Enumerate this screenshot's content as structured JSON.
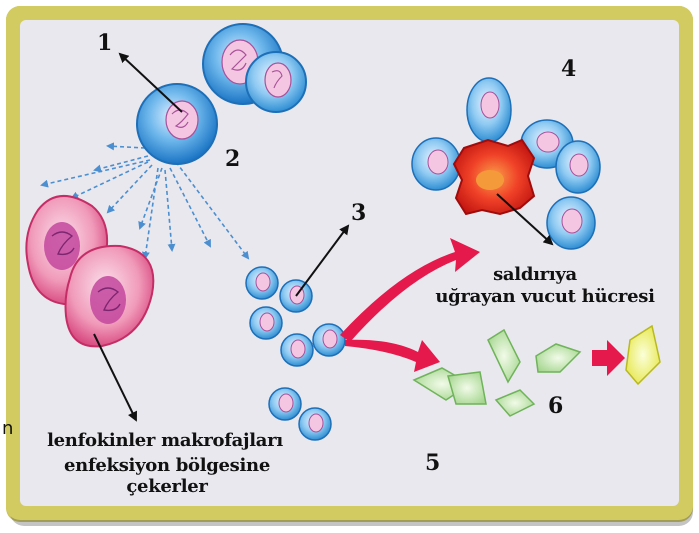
{
  "labels": {
    "n1": "1",
    "n2": "2",
    "n3": "3",
    "n4": "4",
    "n5": "5",
    "n6": "6",
    "caption_attack_1": "saldırıya",
    "caption_attack_2": "uğrayan vucut hücresi",
    "caption_lymph_1": "lenfokinler makrofajları",
    "caption_lymph_2": "enfeksiyon bölgesine çekerler",
    "edge_letter": "n"
  },
  "colors": {
    "frame_outer": "#c9c25a",
    "frame_inner": "#e9e8ee",
    "t_cell": "#4aa6e0",
    "macrophage": "#e05b8d",
    "infected_cell": "#e52a1f",
    "plasma_cell": "#b5e0a4",
    "arrow_red": "#e5194c",
    "dashed_arrow": "#4b8fd0"
  },
  "icons": [
    "t-cell-icon",
    "macrophage-icon",
    "infected-cell-icon",
    "plasma-cell-icon",
    "arrow-icon"
  ]
}
